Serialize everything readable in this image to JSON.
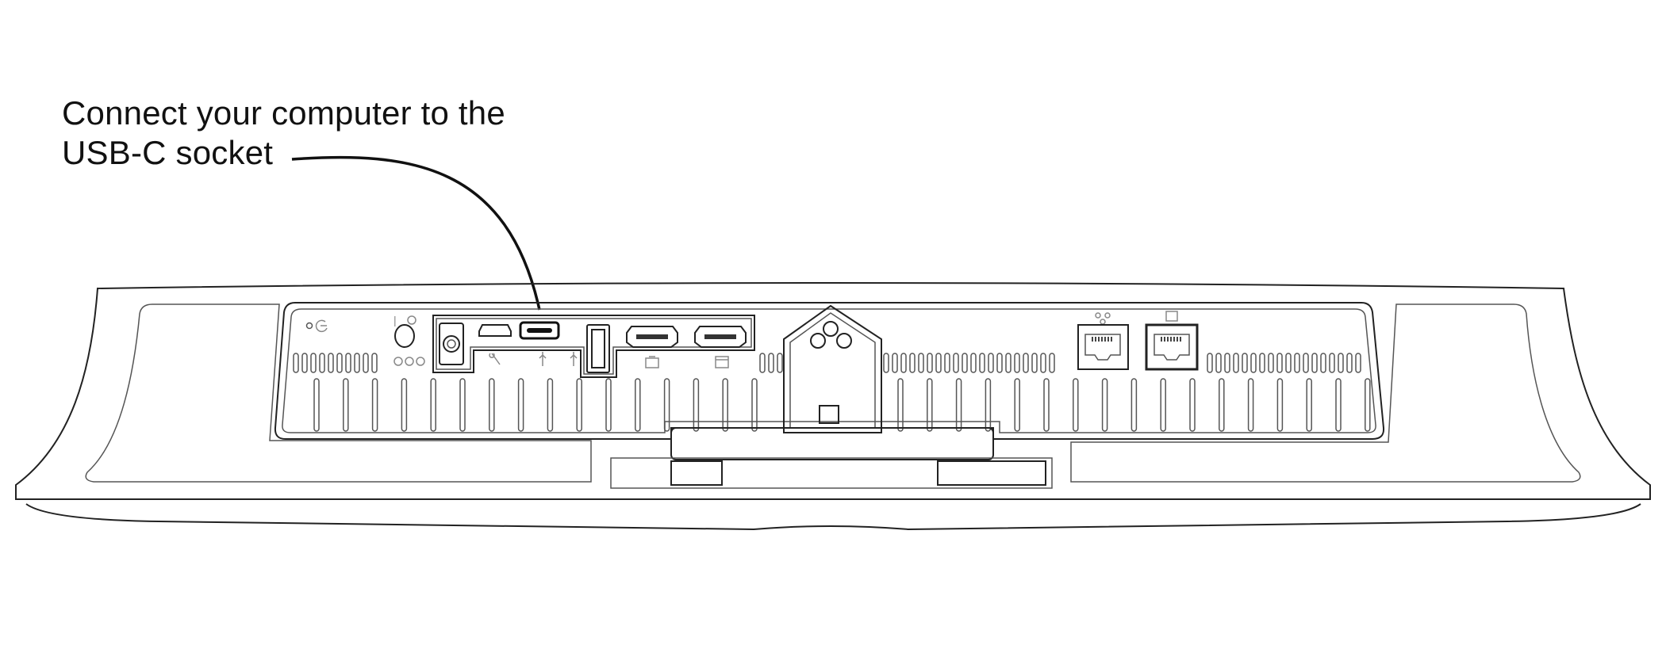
{
  "callout": {
    "line1": "Connect your computer to the",
    "line2": "USB-C socket"
  },
  "device": {
    "highlighted_port": "usb-c-socket",
    "ports": [
      "power-dc-jack",
      "micro-usb",
      "usb-c",
      "usb-a",
      "hdmi-in-1",
      "hdmi-in-2",
      "ethernet-network",
      "ethernet-poe"
    ],
    "line_color": "#222222"
  }
}
